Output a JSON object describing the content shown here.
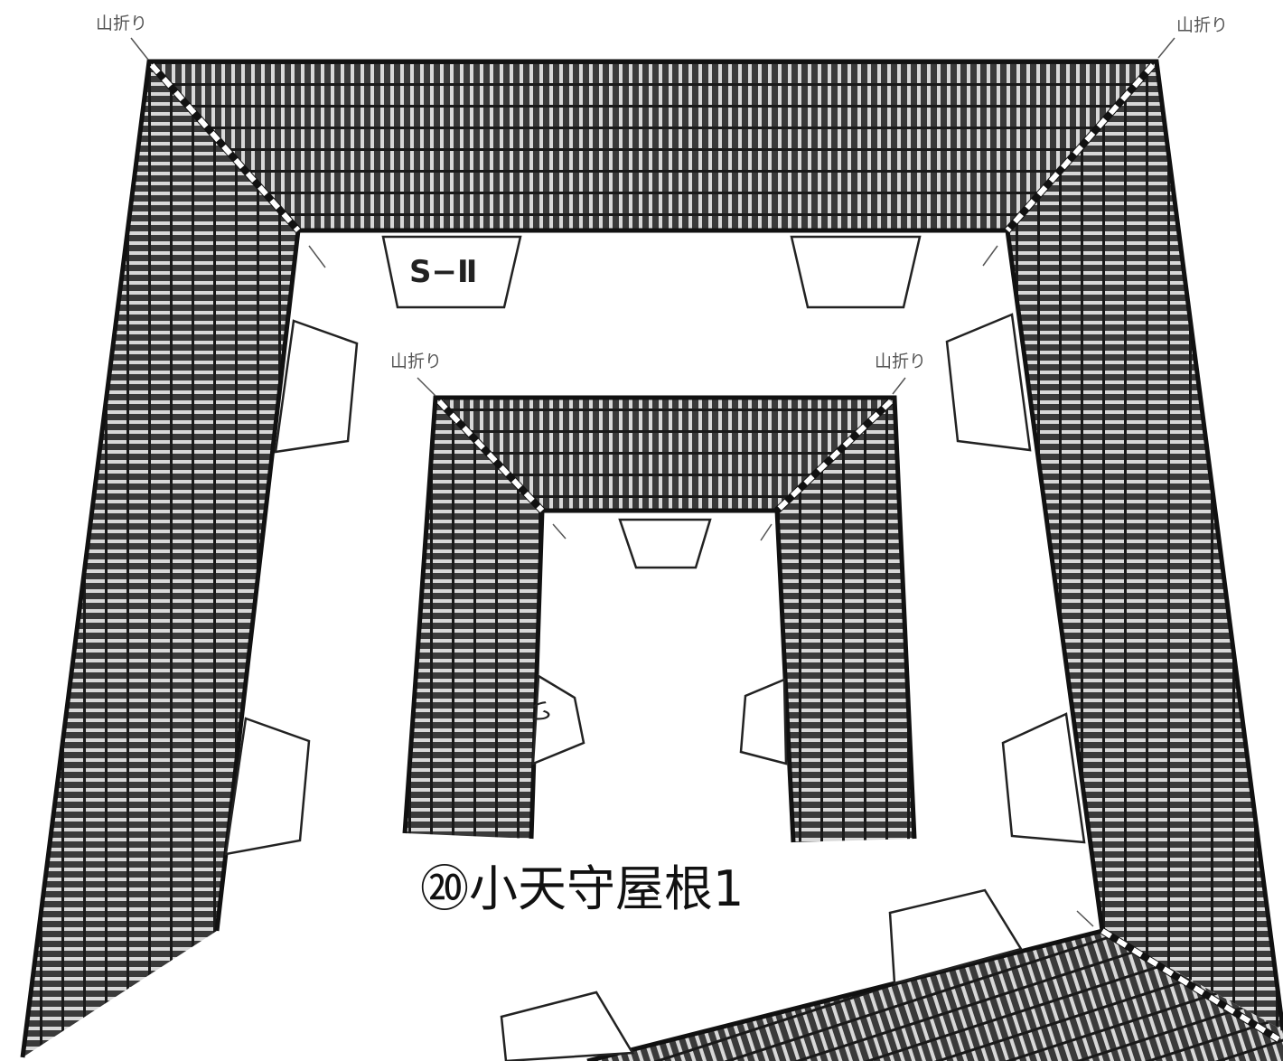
{
  "diagram": {
    "title": "⑳小天守屋根1",
    "fold_label": "山折り",
    "tab_labels": {
      "s2": "S−Ⅱ",
      "small": "い"
    },
    "colors": {
      "tile_dark": "#3a3a3a",
      "tile_light": "#d8d8d8",
      "outline": "#111111",
      "background": "#ffffff"
    }
  }
}
